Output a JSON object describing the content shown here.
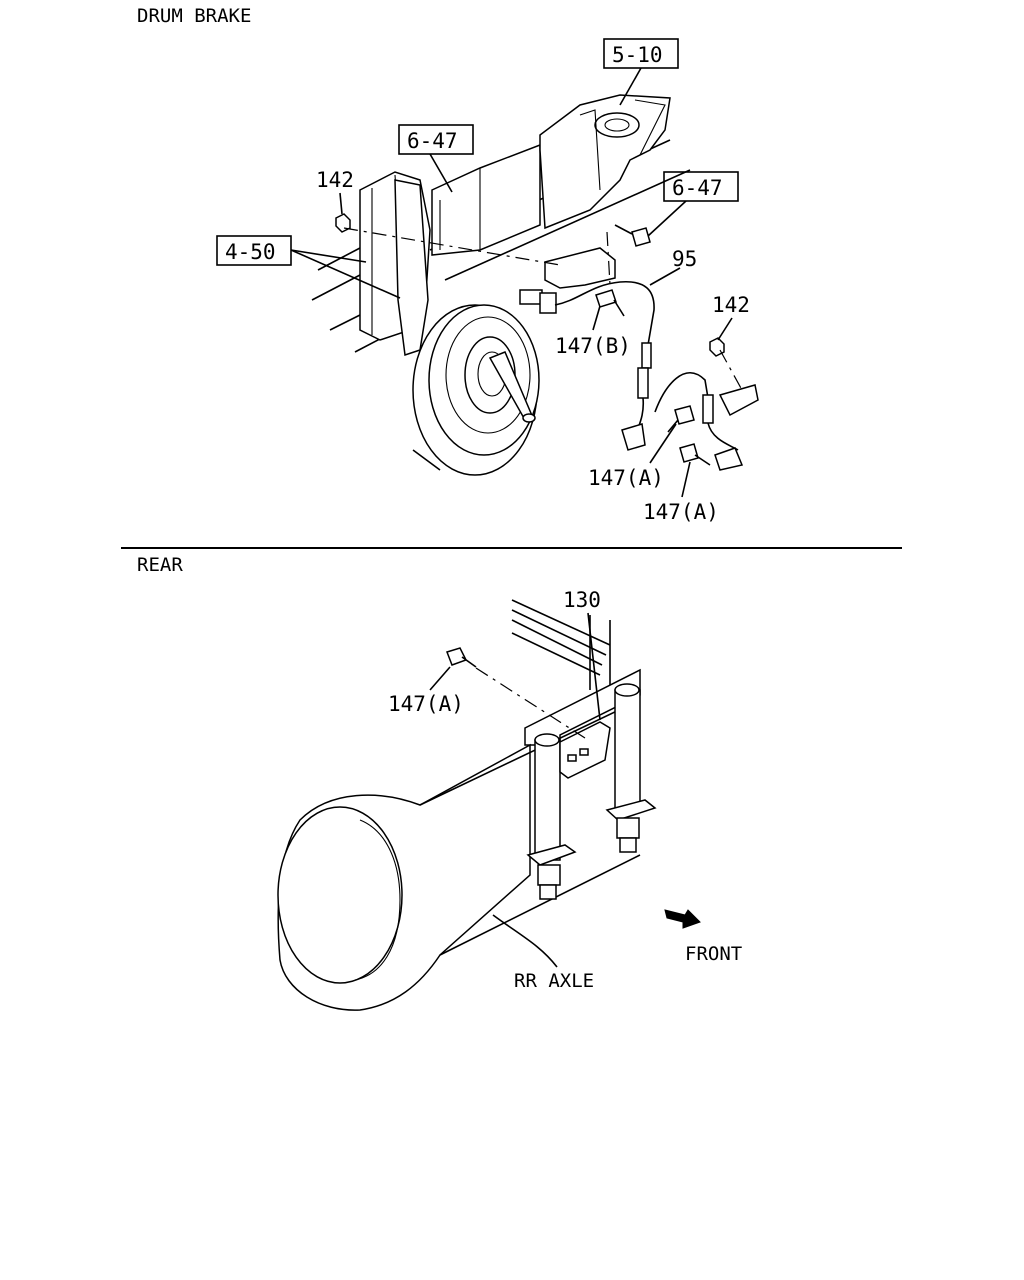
{
  "sections": {
    "top_title": "DRUM BRAKE",
    "bottom_title": "REAR"
  },
  "callouts": {
    "ref_5_10": "5-10",
    "ref_6_47_a": "6-47",
    "ref_6_47_b": "6-47",
    "ref_4_50": "4-50",
    "part_142_a": "142",
    "part_142_b": "142",
    "part_95": "95",
    "part_147b": "147(B)",
    "part_147a_1": "147(A)",
    "part_147a_2": "147(A)",
    "part_130": "130",
    "part_147a_3": "147(A)"
  },
  "annotations": {
    "rr_axle": "RR AXLE",
    "front": "FRONT"
  }
}
